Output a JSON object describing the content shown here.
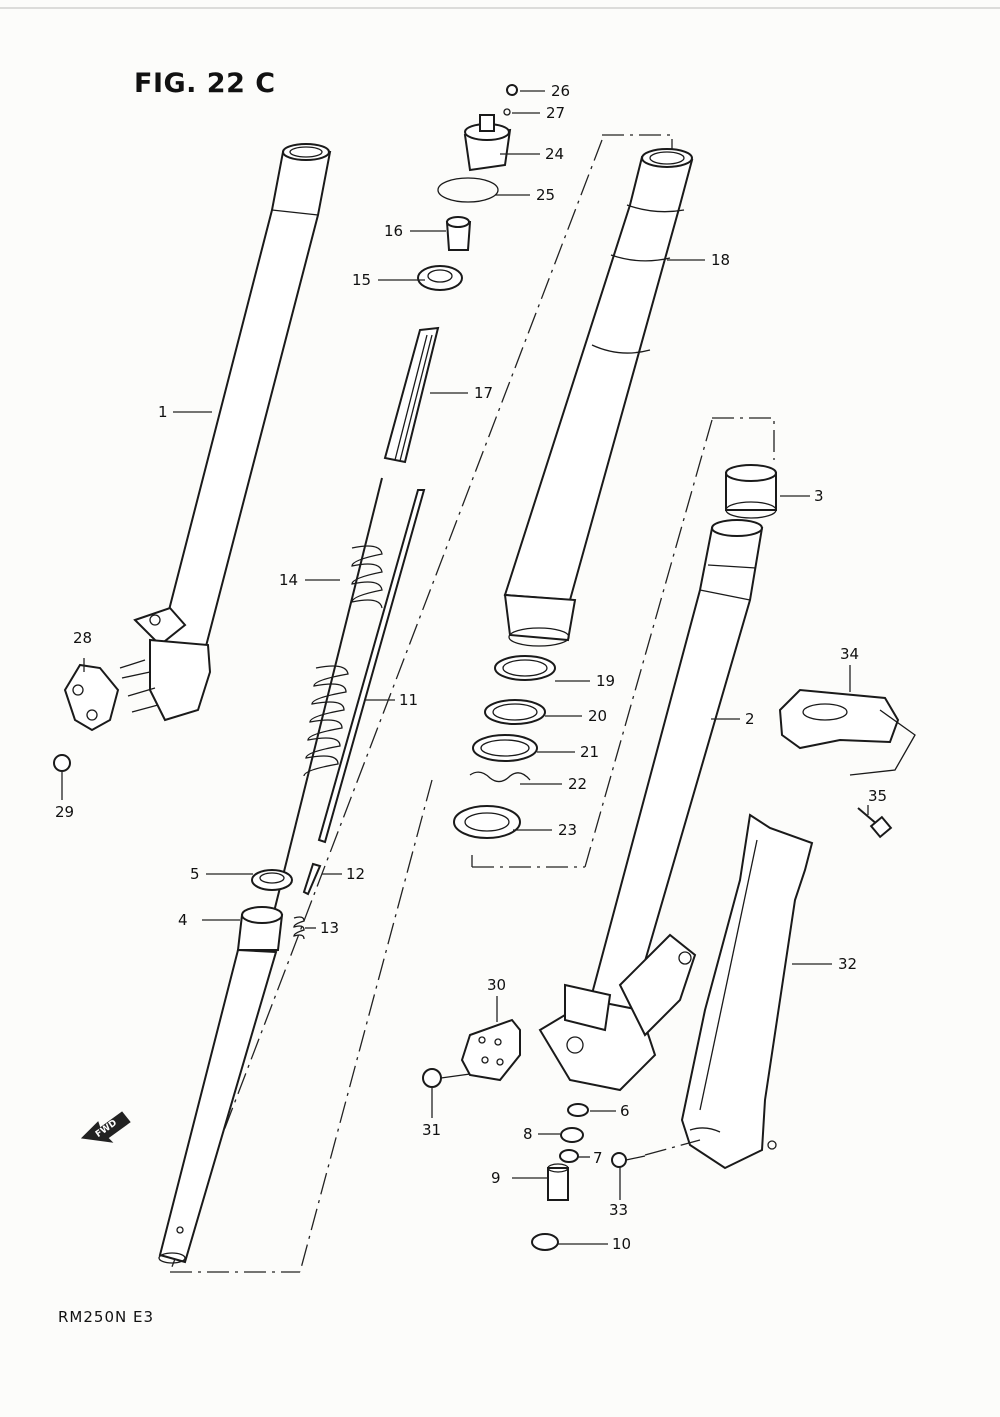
{
  "figure": {
    "title": "FIG. 22 C",
    "model": "RM250N  E3",
    "fwd_label": "FWD"
  },
  "part_labels": [
    {
      "id": "p1",
      "text": "1"
    },
    {
      "id": "p2",
      "text": "2"
    },
    {
      "id": "p3",
      "text": "3"
    },
    {
      "id": "p4",
      "text": "4"
    },
    {
      "id": "p5",
      "text": "5"
    },
    {
      "id": "p6",
      "text": "6"
    },
    {
      "id": "p7",
      "text": "7"
    },
    {
      "id": "p8",
      "text": "8"
    },
    {
      "id": "p9",
      "text": "9"
    },
    {
      "id": "p10",
      "text": "10"
    },
    {
      "id": "p11",
      "text": "11"
    },
    {
      "id": "p12",
      "text": "12"
    },
    {
      "id": "p13",
      "text": "13"
    },
    {
      "id": "p14",
      "text": "14"
    },
    {
      "id": "p15",
      "text": "15"
    },
    {
      "id": "p16",
      "text": "16"
    },
    {
      "id": "p17",
      "text": "17"
    },
    {
      "id": "p18",
      "text": "18"
    },
    {
      "id": "p19",
      "text": "19"
    },
    {
      "id": "p20",
      "text": "20"
    },
    {
      "id": "p21",
      "text": "21"
    },
    {
      "id": "p22",
      "text": "22"
    },
    {
      "id": "p23",
      "text": "23"
    },
    {
      "id": "p24",
      "text": "24"
    },
    {
      "id": "p25",
      "text": "25"
    },
    {
      "id": "p26",
      "text": "26"
    },
    {
      "id": "p27",
      "text": "27"
    },
    {
      "id": "p28",
      "text": "28"
    },
    {
      "id": "p29",
      "text": "29"
    },
    {
      "id": "p30",
      "text": "30"
    },
    {
      "id": "p31",
      "text": "31"
    },
    {
      "id": "p32",
      "text": "32"
    },
    {
      "id": "p33",
      "text": "33"
    },
    {
      "id": "p34",
      "text": "34"
    },
    {
      "id": "p35",
      "text": "35"
    }
  ]
}
